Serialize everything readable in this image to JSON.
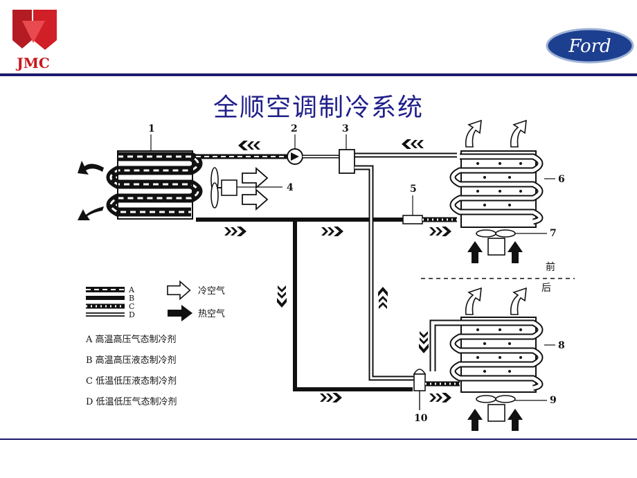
{
  "header": {
    "jmc_logo_text": "JMC",
    "ford_logo_text": "Ford",
    "title": "全顺空调制冷系统"
  },
  "diagram": {
    "callouts": [
      "1",
      "2",
      "3",
      "4",
      "5",
      "6",
      "7",
      "8",
      "9",
      "10"
    ],
    "front_label": "前",
    "rear_label": "后"
  },
  "legend": {
    "line_keys": [
      "A",
      "B",
      "C",
      "D"
    ],
    "cold_air": "冷空气",
    "hot_air": "热空气",
    "items": [
      "A  高温高压气态制冷剂",
      "B  高温高压液态制冷剂",
      "C  低温低压液态制冷剂",
      "D  低温低压气态制冷剂"
    ]
  }
}
